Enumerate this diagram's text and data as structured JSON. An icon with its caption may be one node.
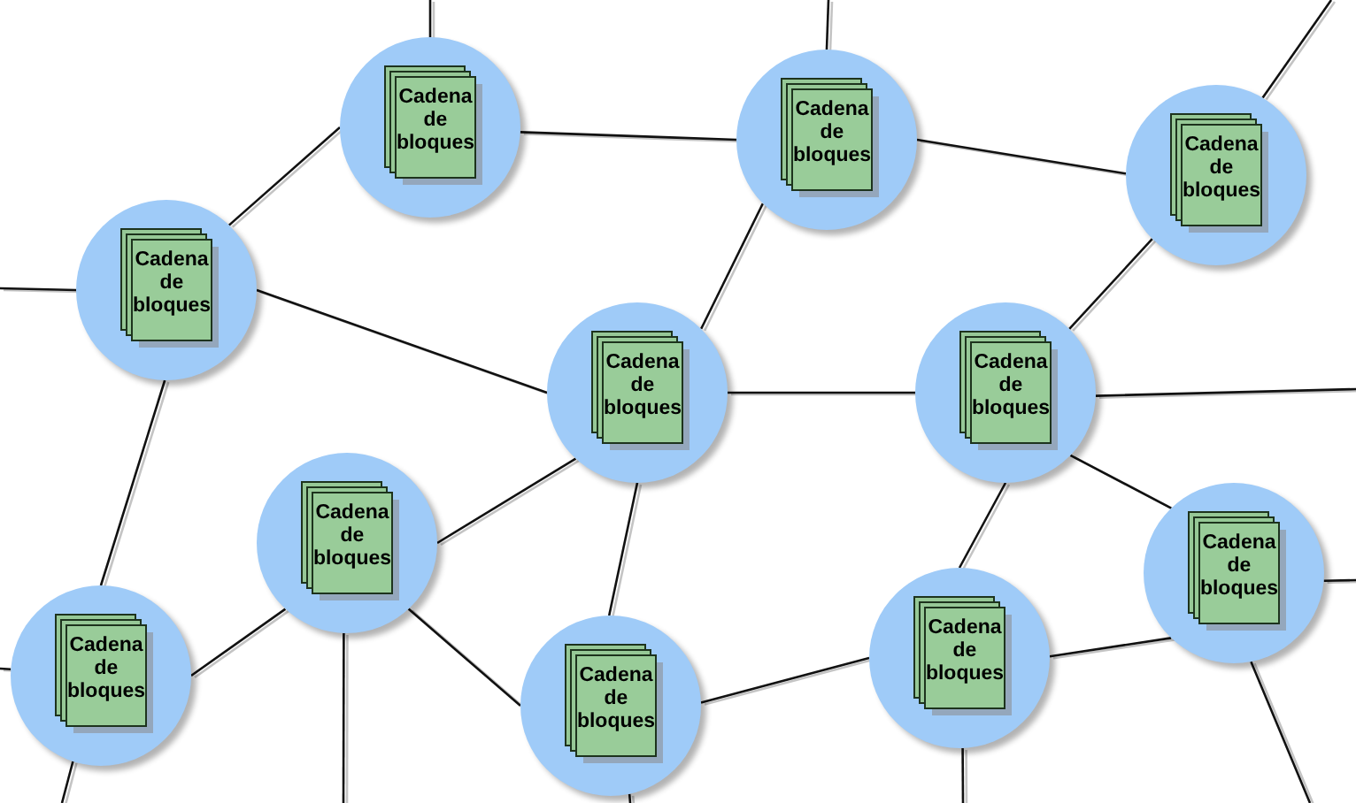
{
  "diagram": {
    "nodes": [
      {
        "text": [
          "Cadena de bloques"
        ]
      },
      {
        "text": [
          "Cadena de bloques"
        ]
      },
      {
        "text": [
          "Cadena de bloques"
        ]
      },
      {
        "text": [
          "Cadena de bloques"
        ]
      },
      {
        "text": [
          "Cadena de bloques"
        ]
      },
      {
        "text": [
          "Cadena de bloques"
        ]
      },
      {
        "text": [
          "Cadena de bloques"
        ]
      },
      {
        "text": [
          "Cadena de bloques"
        ]
      },
      {
        "text": [
          "Cadena de bloques"
        ]
      },
      {
        "text": [
          "Cadena de bloques"
        ]
      },
      {
        "text": [
          "Cadena de bloques"
        ]
      }
    ],
    "edges": [
      {
        "from": 0,
        "to": null,
        "arrow": "none"
      },
      {
        "from": 1,
        "to": null,
        "arrow": "none"
      },
      {
        "from": 2,
        "to": null,
        "arrow": "none"
      },
      {
        "from": 0,
        "to": 1,
        "arrow": "none"
      },
      {
        "from": 1,
        "to": 2,
        "arrow": "none"
      },
      {
        "from": 3,
        "to": 0,
        "arrow": "none"
      },
      {
        "from": 3,
        "to": null,
        "arrow": "none"
      },
      {
        "from": 3,
        "to": 4,
        "arrow": "none"
      },
      {
        "from": 1,
        "to": 4,
        "arrow": "none"
      },
      {
        "from": 2,
        "to": 5,
        "arrow": "none"
      },
      {
        "from": 4,
        "to": 5,
        "arrow": "none"
      },
      {
        "from": 5,
        "to": null,
        "arrow": "none"
      },
      {
        "from": 3,
        "to": 8,
        "arrow": "none"
      },
      {
        "from": 4,
        "to": 6,
        "arrow": "none"
      },
      {
        "from": 4,
        "to": 9,
        "arrow": "none"
      },
      {
        "from": 6,
        "to": 8,
        "arrow": "none"
      },
      {
        "from": 6,
        "to": 9,
        "arrow": "none"
      },
      {
        "from": 6,
        "to": null,
        "arrow": "none"
      },
      {
        "from": 8,
        "to": null,
        "arrow": "none"
      },
      {
        "from": 8,
        "to": null,
        "arrow": "none"
      },
      {
        "from": 9,
        "to": null,
        "arrow": "none"
      },
      {
        "from": 9,
        "to": 10,
        "arrow": "none"
      },
      {
        "from": 5,
        "to": 10,
        "arrow": "none"
      },
      {
        "from": 5,
        "to": 7,
        "arrow": "none"
      },
      {
        "from": 10,
        "to": 7,
        "arrow": "none"
      },
      {
        "from": 10,
        "to": null,
        "arrow": "none"
      },
      {
        "from": 7,
        "to": null,
        "arrow": "none"
      },
      {
        "from": 7,
        "to": null,
        "arrow": "none"
      }
    ]
  }
}
